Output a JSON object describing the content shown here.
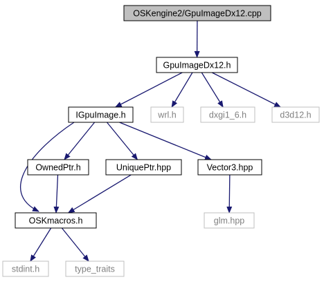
{
  "nodes": [
    {
      "id": "root",
      "label": "OSKengine2/GpuImageDx12.cpp",
      "style": "root"
    },
    {
      "id": "gpuimagedx",
      "label": "GpuImageDx12.h",
      "style": "local"
    },
    {
      "id": "igpuimage",
      "label": "IGpuImage.h",
      "style": "local"
    },
    {
      "id": "wrl",
      "label": "wrl.h",
      "style": "external"
    },
    {
      "id": "dxgi",
      "label": "dxgi1_6.h",
      "style": "external"
    },
    {
      "id": "d3d12",
      "label": "d3d12.h",
      "style": "external"
    },
    {
      "id": "ownedptr",
      "label": "OwnedPtr.h",
      "style": "local"
    },
    {
      "id": "uniqueptr",
      "label": "UniquePtr.hpp",
      "style": "local"
    },
    {
      "id": "vector3",
      "label": "Vector3.hpp",
      "style": "local"
    },
    {
      "id": "oskmacros",
      "label": "OSKmacros.h",
      "style": "local"
    },
    {
      "id": "glm",
      "label": "glm.hpp",
      "style": "external"
    },
    {
      "id": "stdint",
      "label": "stdint.h",
      "style": "external"
    },
    {
      "id": "typetraits",
      "label": "type_traits",
      "style": "external"
    }
  ],
  "edges": [
    {
      "from": "root",
      "to": "gpuimagedx"
    },
    {
      "from": "gpuimagedx",
      "to": "igpuimage"
    },
    {
      "from": "gpuimagedx",
      "to": "wrl"
    },
    {
      "from": "gpuimagedx",
      "to": "dxgi"
    },
    {
      "from": "gpuimagedx",
      "to": "d3d12"
    },
    {
      "from": "igpuimage",
      "to": "ownedptr"
    },
    {
      "from": "igpuimage",
      "to": "uniqueptr"
    },
    {
      "from": "igpuimage",
      "to": "vector3"
    },
    {
      "from": "igpuimage",
      "to": "oskmacros"
    },
    {
      "from": "ownedptr",
      "to": "oskmacros"
    },
    {
      "from": "uniqueptr",
      "to": "oskmacros"
    },
    {
      "from": "vector3",
      "to": "glm"
    },
    {
      "from": "oskmacros",
      "to": "stdint"
    },
    {
      "from": "oskmacros",
      "to": "typetraits"
    }
  ],
  "colors": {
    "edge": "#191970",
    "root_fill": "#bfbfbf",
    "root_border": "#000000",
    "local_border": "#000000",
    "external_border": "#bfbfbf",
    "local_text": "#000000",
    "external_text": "#808080"
  }
}
